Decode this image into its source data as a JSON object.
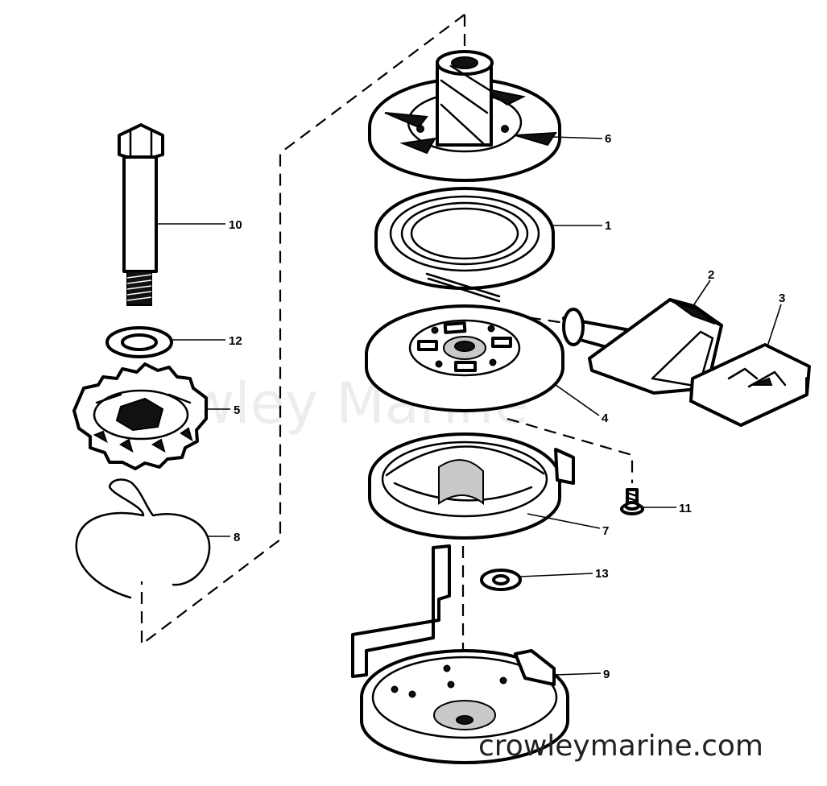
{
  "watermark": "Crowley Marine",
  "site_url": "crowleymarine.com",
  "callouts": {
    "c1": "1",
    "c2": "2",
    "c3": "3",
    "c4": "4",
    "c5": "5",
    "c6": "6",
    "c7": "7",
    "c8": "8",
    "c9": "9",
    "c10": "10",
    "c11": "11",
    "c12": "12",
    "c13": "13"
  }
}
